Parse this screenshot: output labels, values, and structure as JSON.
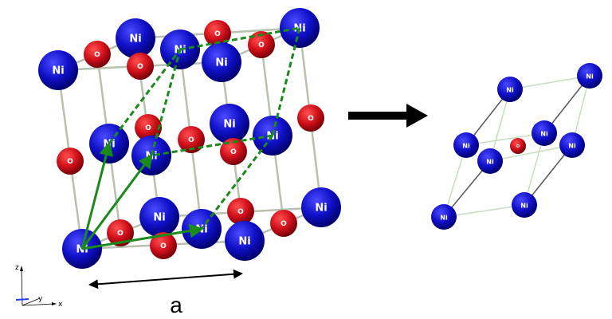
{
  "labels": {
    "nickel": "Ni",
    "oxygen": "O",
    "lattice_constant": "a"
  },
  "axes": {
    "x": "x",
    "y": "y",
    "z": "z"
  },
  "colors": {
    "nickel": "#1010c8",
    "oxygen": "#d0101a",
    "bond": "#b8c0b0",
    "primitive_cell": "#1a8a1a",
    "arrow": "#000000"
  }
}
